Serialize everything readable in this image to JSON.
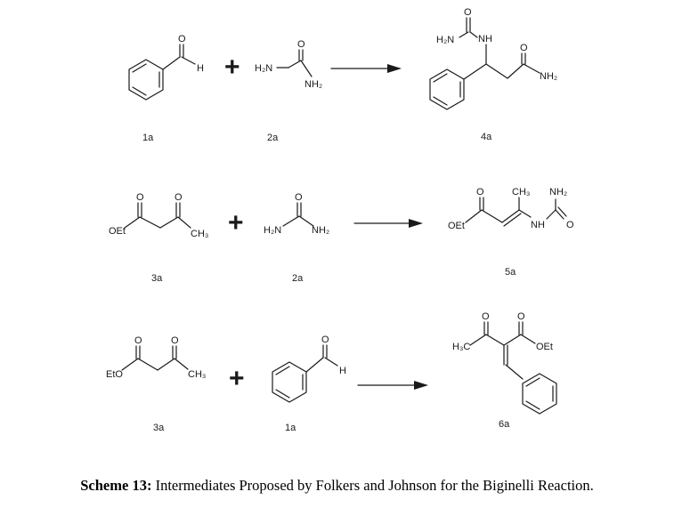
{
  "atoms": {
    "o": "O",
    "h": "H",
    "oet": "OEt",
    "eto": "EtO",
    "nh": "NH",
    "h2n": "H₂N",
    "nh2": "NH₂",
    "ch3": "CH₃",
    "h3c": "H₃C"
  },
  "operators": {
    "plus": "+"
  },
  "labels": {
    "r1_aldehyde": "1a",
    "r1_urea": "2a",
    "r1_product": "4a",
    "r2_ketoester": "3a",
    "r2_urea": "2a",
    "r2_product": "5a",
    "r3_ketoester": "3a",
    "r3_aldehyde": "1a",
    "r3_product": "6a"
  },
  "caption": {
    "prefix": "Scheme 13:",
    "text": "Intermediates Proposed by Folkers and Johnson for the Biginelli Reaction."
  }
}
